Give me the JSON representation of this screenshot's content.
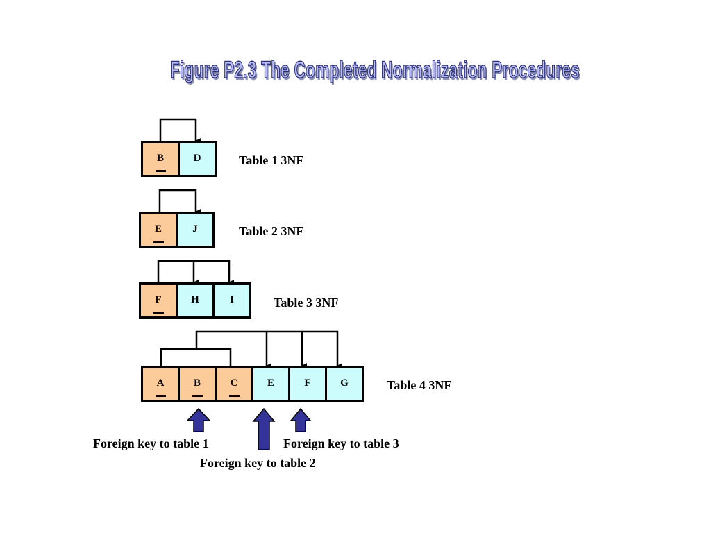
{
  "title": "Figure P2.3  The Completed Normalization Procedures",
  "tables": [
    {
      "label": "Table 1  3NF",
      "cells": [
        {
          "text": "B",
          "key": true
        },
        {
          "text": "D",
          "key": false
        }
      ]
    },
    {
      "label": "Table 2  3NF",
      "cells": [
        {
          "text": "E",
          "key": true
        },
        {
          "text": "J",
          "key": false
        }
      ]
    },
    {
      "label": "Table 3  3NF",
      "cells": [
        {
          "text": "F",
          "key": true
        },
        {
          "text": "H",
          "key": false
        },
        {
          "text": "I",
          "key": false
        }
      ]
    },
    {
      "label": "Table 4  3NF",
      "cells": [
        {
          "text": "A",
          "key": true
        },
        {
          "text": "B",
          "key": true
        },
        {
          "text": "C",
          "key": true
        },
        {
          "text": "E",
          "key": false
        },
        {
          "text": "F",
          "key": false
        },
        {
          "text": "G",
          "key": false
        }
      ]
    }
  ],
  "foreign_keys": [
    {
      "label": "Foreign key to table 1"
    },
    {
      "label": "Foreign key to table 2"
    },
    {
      "label": "Foreign key to table 3"
    }
  ],
  "colors": {
    "key_cell": "#fbcb9a",
    "nonkey_cell": "#ccfcfc",
    "arrow_fill": "#333399",
    "title_fill": "#b9bcec",
    "title_outline": "#2a2f86"
  }
}
